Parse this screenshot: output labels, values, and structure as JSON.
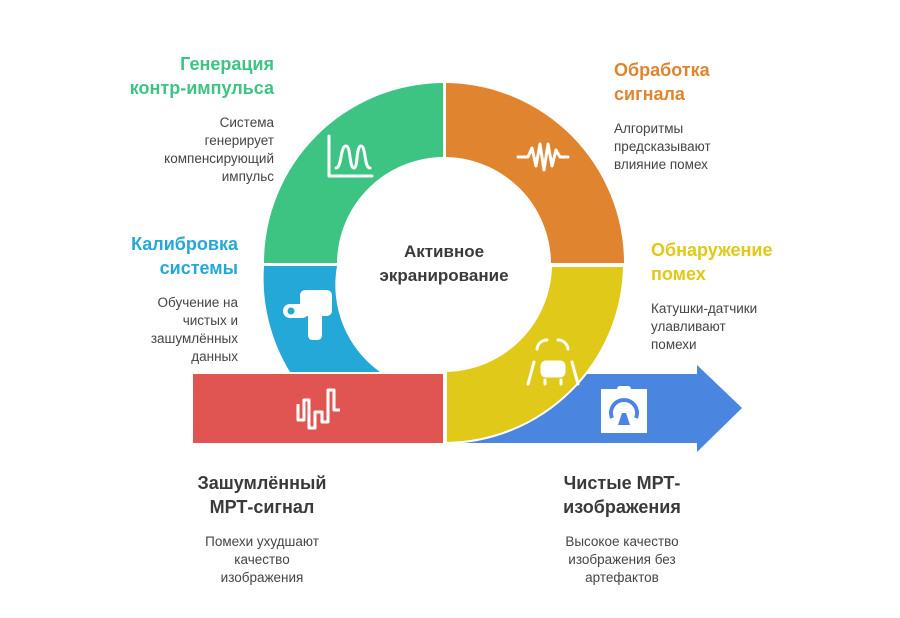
{
  "center": {
    "title_line1": "Активное",
    "title_line2": "экранирование"
  },
  "stages": [
    {
      "id": "noisy-signal",
      "title_line1": "Зашумлённый",
      "title_line2": "МРТ-сигнал",
      "desc_lines": [
        "Помехи ухудшают",
        "качество",
        "изображения"
      ],
      "color": "#E05552",
      "icon": "noise-wave-icon"
    },
    {
      "id": "calibration",
      "title_line1": "Калибровка",
      "title_line2": "системы",
      "desc_lines": [
        "Обучение на",
        "чистых и",
        "зашумлённых",
        "данных"
      ],
      "color": "#24A8D8",
      "icon": "calibration-tool-icon"
    },
    {
      "id": "counter-pulse",
      "title_line1": "Генерация",
      "title_line2": "контр-импульса",
      "desc_lines": [
        "Система",
        "генерирует",
        "компенсирующий",
        "импульс"
      ],
      "color": "#3DC483",
      "icon": "pulse-chart-icon"
    },
    {
      "id": "signal-processing",
      "title_line1": "Обработка",
      "title_line2": "сигнала",
      "desc_lines": [
        "Алгоритмы",
        "предсказывают",
        "влияние помех"
      ],
      "color": "#E08430",
      "icon": "waveform-icon"
    },
    {
      "id": "interference-detection",
      "title_line1": "Обнаружение",
      "title_line2": "помех",
      "desc_lines": [
        "Катушки-датчики",
        "улавливают",
        "помехи"
      ],
      "color": "#E0C918",
      "icon": "sensor-car-icon"
    },
    {
      "id": "clean-images",
      "title_line1": "Чистые МРТ-",
      "title_line2": "изображения",
      "desc_lines": [
        "Высокое качество",
        "изображения без",
        "артефактов"
      ],
      "color": "#4A86E0",
      "icon": "mri-scanner-icon"
    }
  ],
  "colors": {
    "title_dark": "#3a3a3a",
    "desc_text": "#444444",
    "background": "#ffffff"
  }
}
